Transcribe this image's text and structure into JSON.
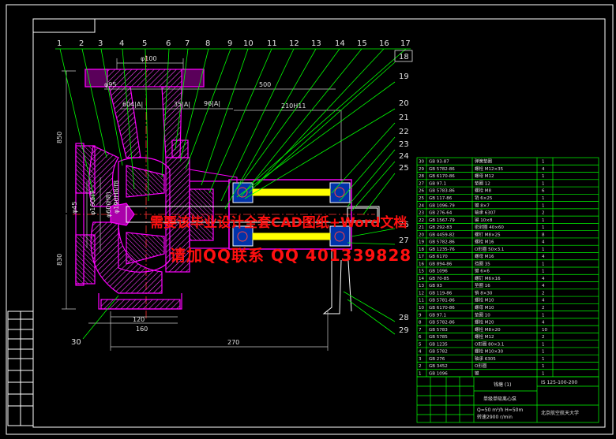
{
  "balloons_top": [
    "1",
    "2",
    "3",
    "4",
    "5",
    "6",
    "7",
    "8",
    "9",
    "10",
    "11",
    "12",
    "13",
    "14",
    "15",
    "16",
    "17"
  ],
  "balloons_right": [
    "18",
    "19",
    "20",
    "21",
    "22",
    "23",
    "24",
    "25",
    "26",
    "27",
    "28",
    "29"
  ],
  "balloon_left": "30",
  "dimensions": {
    "d_top_flange": "φ100",
    "d_small": "φ95",
    "len_total": "500",
    "len_604": "604|A|",
    "len_35": "35|A|",
    "len_96": "96|A|",
    "len_210": "210H11",
    "h_upper": "850",
    "h_lower": "830",
    "d_left1": "φ45",
    "d_left2": "φ160H7",
    "d_left3": "φ60(H8)",
    "d_left4": "φ190H8/f8",
    "base_120": "120",
    "base_160": "160",
    "base_270": "270"
  },
  "title_block": {
    "company": "钱塘 (1)",
    "drawing_name": "单级单吸离心泵",
    "spec_line1": "Q=50 m³/h  H=50m",
    "spec_line2": "转速2900 r/min",
    "drawing_no": "IS 125-100-200",
    "bottom_right": "北京航空航天大学"
  },
  "parts_list_rows": [
    {
      "code": "GB 93-87",
      "name": "弹簧垫圈",
      "qty": "1"
    },
    {
      "code": "GB 5782-86",
      "name": "螺栓 M12×35",
      "qty": "4"
    },
    {
      "code": "GB 6170-86",
      "name": "螺母 M12",
      "qty": "1"
    },
    {
      "code": "GB 97.1",
      "name": "垫圈 12",
      "qty": "1"
    },
    {
      "code": "GB 5783-86",
      "name": "螺栓 M8",
      "qty": "6"
    },
    {
      "code": "GB 117-86",
      "name": "销 6×25",
      "qty": "1"
    },
    {
      "code": "GB 1096-79",
      "name": "键 8×7",
      "qty": "1"
    },
    {
      "code": "GB 276-64",
      "name": "轴承 6307",
      "qty": "2"
    },
    {
      "code": "GB 1567-79",
      "name": "键 10×8",
      "qty": "1"
    },
    {
      "code": "GB 292-83",
      "name": "密封圈 40×60",
      "qty": "1"
    },
    {
      "code": "GB 4459-82",
      "name": "螺钉 M8×25",
      "qty": "8"
    },
    {
      "code": "GB 5782-86",
      "name": "螺栓 M16",
      "qty": "4"
    },
    {
      "code": "GB 1235-76",
      "name": "O形圈 50×3.1",
      "qty": "1"
    },
    {
      "code": "GB 6170",
      "name": "螺母 M16",
      "qty": "4"
    },
    {
      "code": "GB 894-86",
      "name": "挡圈 35",
      "qty": "1"
    },
    {
      "code": "GB 1096",
      "name": "键 6×6",
      "qty": "1"
    },
    {
      "code": "GB 70-85",
      "name": "螺钉 M6×16",
      "qty": "4"
    },
    {
      "code": "GB 93",
      "name": "垫圈 16",
      "qty": "4"
    },
    {
      "code": "GB 119-86",
      "name": "销 8×30",
      "qty": "2"
    },
    {
      "code": "GB 5781-86",
      "name": "螺栓 M10",
      "qty": "4"
    },
    {
      "code": "GB 6170-86",
      "name": "螺母 M10",
      "qty": "2"
    },
    {
      "code": "GB 97.1",
      "name": "垫圈 10",
      "qty": "1"
    },
    {
      "code": "GB 5782-86",
      "name": "螺栓 M20",
      "qty": "4"
    },
    {
      "code": "GB 5783",
      "name": "螺栓 M8×20",
      "qty": "10"
    },
    {
      "code": "GB 5785",
      "name": "螺栓 M12",
      "qty": "2"
    },
    {
      "code": "GB 1235",
      "name": "O形圈 80×3.1",
      "qty": "1"
    },
    {
      "code": "GB 5782",
      "name": "螺栓 M10×30",
      "qty": "1"
    },
    {
      "code": "GB 276",
      "name": "轴承 6305",
      "qty": "1"
    },
    {
      "code": "GB 3452",
      "name": "O形圈",
      "qty": "1"
    },
    {
      "code": "GB 1096",
      "name": "键",
      "qty": "1"
    }
  ],
  "watermark": {
    "line1": "需要该毕业设计全套CAD图纸+Word文档",
    "line2": "请加QQ联系  QQ 401339828"
  },
  "colors": {
    "border": "#ffffff",
    "part": "#ff00ff",
    "leader": "#00ff00",
    "dim": "#c8c8c8",
    "table": "#00ff00",
    "centerline": "#ff3030",
    "hatch": "#ff40ff",
    "yellow": "#ffff00",
    "watermark": "#ff1010"
  }
}
